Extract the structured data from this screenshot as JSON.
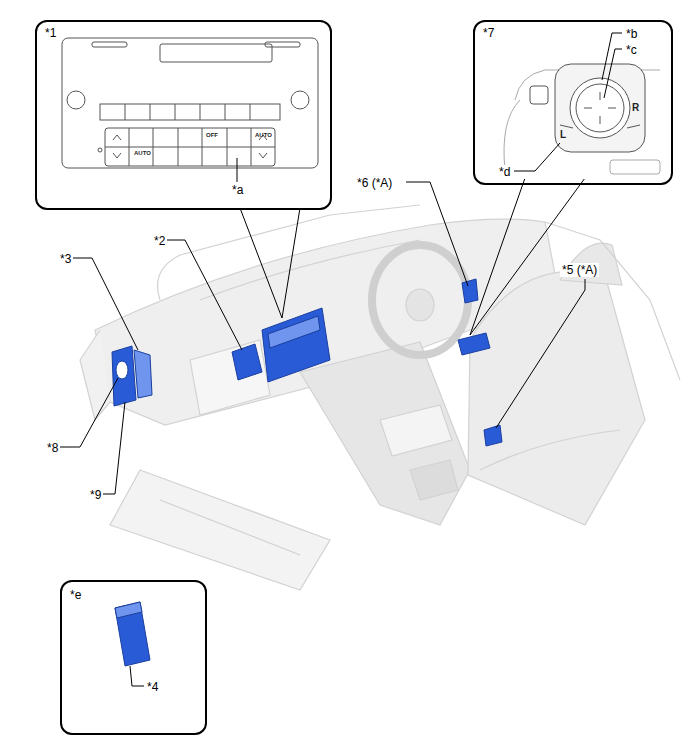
{
  "diagram": {
    "nodes": [
      {
        "text": [
          "*1",
          "*a"
        ]
      },
      {
        "text": [
          "*7",
          "*b",
          "*c",
          "*d"
        ]
      },
      {
        "text": [
          "*e",
          "*4"
        ]
      }
    ],
    "labels": [
      "*6 (*A)",
      "*2",
      "*3",
      "*5 (*A)",
      "*8",
      "*9",
      "AUTO",
      "OFF",
      "AUTO",
      "L",
      "R"
    ]
  }
}
